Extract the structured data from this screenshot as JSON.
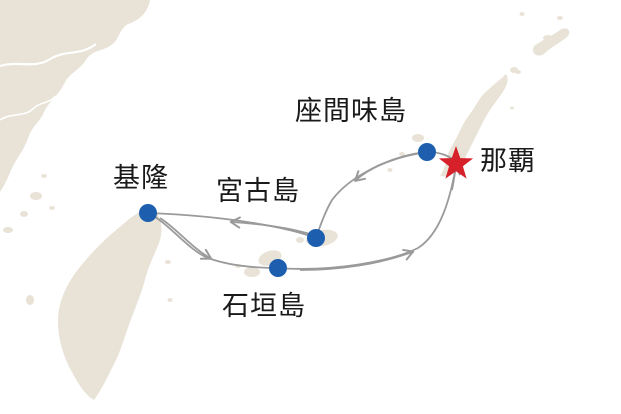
{
  "map": {
    "colors": {
      "land": "#e8e3d6",
      "coast_line": "#ffffff",
      "route": "#9a9a9a",
      "port_dot": "#1d5fae",
      "home_star": "#d6202a",
      "label_text": "#1a1a1a"
    },
    "ports": [
      {
        "id": "zamami",
        "name": "座間味島",
        "marker": "dot"
      },
      {
        "id": "naha",
        "name": "那覇",
        "marker": "star"
      },
      {
        "id": "keelung",
        "name": "基隆",
        "marker": "dot"
      },
      {
        "id": "miyako",
        "name": "宮古島",
        "marker": "dot"
      },
      {
        "id": "ishigaki",
        "name": "石垣島",
        "marker": "dot"
      }
    ],
    "route_order": [
      "naha",
      "zamami",
      "miyako",
      "keelung",
      "ishigaki",
      "naha"
    ]
  }
}
